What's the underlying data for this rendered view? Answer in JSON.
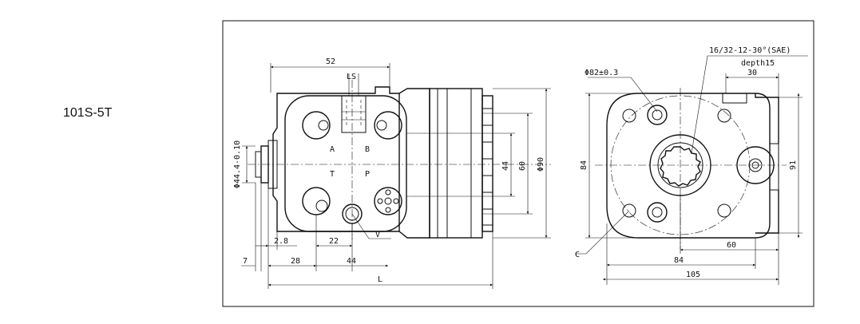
{
  "model": "101S-5T",
  "side_view": {
    "dim_top_52": "52",
    "port_ls": "LS",
    "port_a": "A",
    "port_b": "B",
    "port_t": "T",
    "port_p": "P",
    "port_v": "V",
    "dim_dia44": "Φ44.4-0.10",
    "dim_2_8": "2.8",
    "dim_22": "22",
    "dim_7": "7",
    "dim_28": "28",
    "dim_44_bottom": "44",
    "dim_L": "L",
    "dim_44_right": "44",
    "dim_60": "60",
    "dim_dia90": "Φ90"
  },
  "front_view": {
    "spline_spec": "16/32-12-30°(SAE)",
    "spline_depth": "depth15",
    "dim_30": "30",
    "dim_dia82": "Φ82±0.3",
    "dim_84_left": "84",
    "dim_91": "91",
    "dim_60": "60",
    "dim_84_bottom": "84",
    "dim_105": "105",
    "label_c": "C"
  }
}
